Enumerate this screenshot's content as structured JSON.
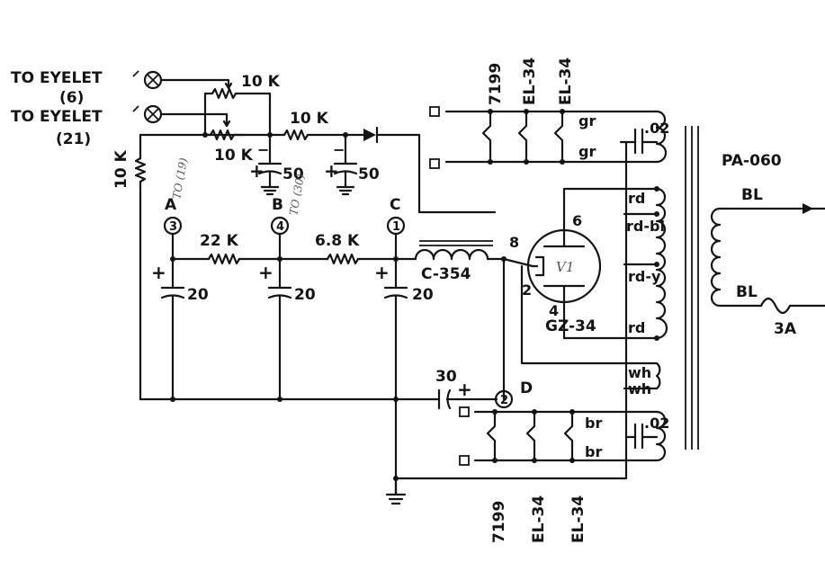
{
  "colors": {
    "ink": "#141414",
    "paper": "#ffffff",
    "pencil": "#555555"
  },
  "eyelets": [
    {
      "to_label": "TO EYELET",
      "num": "(6)"
    },
    {
      "to_label": "TO EYELET",
      "num": "(21)"
    }
  ],
  "pots": [
    {
      "label": "10 K"
    },
    {
      "label": "10 K"
    }
  ],
  "resistors": {
    "bleeder": "10 K",
    "series_top": "10 K",
    "r_ab": "22 K",
    "r_bc": "6.8 K"
  },
  "caps": {
    "c50_a": "50",
    "c50_b": "50",
    "c_a": "20",
    "c_b": "20",
    "c_c": "20",
    "c_d": "30"
  },
  "nodes": {
    "a": {
      "letter": "A",
      "num": "3",
      "note": "TO (19)"
    },
    "b": {
      "letter": "B",
      "num": "4",
      "note": "TO (30)"
    },
    "c": {
      "letter": "C",
      "num": "1"
    },
    "d": {
      "letter": "D",
      "num": "2"
    }
  },
  "choke": "C-354",
  "rectifier": {
    "name": "V1",
    "type": "GZ-34",
    "pin_top": "6",
    "pin_left": "8",
    "pin_left2": "2",
    "pin_bottom": "4"
  },
  "output_tubes_top": [
    "7199",
    "EL-34",
    "EL-34"
  ],
  "output_tubes_bottom": [
    "7199",
    "EL-34",
    "EL-34"
  ],
  "transformer": {
    "name": "PA-060",
    "taps": [
      "gr",
      "gr",
      "rd",
      "rd-bl",
      "rd-y",
      "rd",
      "wh",
      "wh",
      "br",
      "br"
    ],
    "cap_top": ".02",
    "cap_bottom": ".02",
    "primary_top": "BL",
    "primary_bottom": "BL",
    "fuse": "3A"
  }
}
